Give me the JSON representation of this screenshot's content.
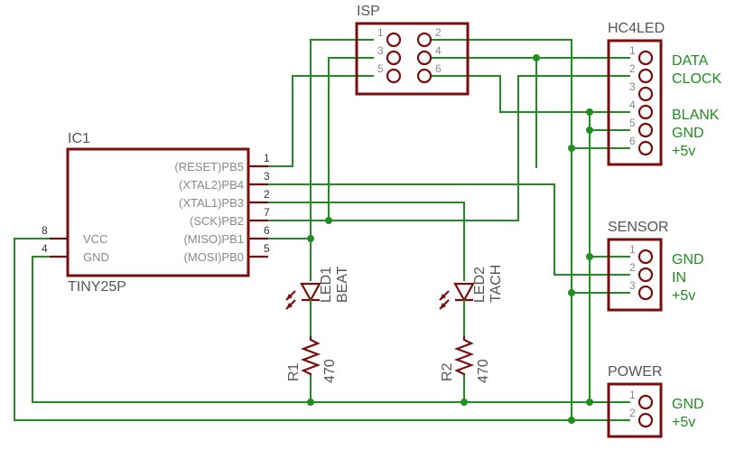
{
  "isp": {
    "name": "ISP",
    "pins": [
      "1",
      "2",
      "3",
      "4",
      "5",
      "6"
    ]
  },
  "hc4led": {
    "name": "HC4LED",
    "pins": [
      "1",
      "2",
      "3",
      "4",
      "5",
      "6"
    ],
    "labels": [
      "DATA",
      "CLOCK",
      "BLANK",
      "GND",
      "+5v"
    ]
  },
  "sensor": {
    "name": "SENSOR",
    "pins": [
      "1",
      "2",
      "3"
    ],
    "labels": [
      "GND",
      "IN",
      "+5v"
    ]
  },
  "power": {
    "name": "POWER",
    "pins": [
      "1",
      "2"
    ],
    "labels": [
      "GND",
      "+5v"
    ]
  },
  "ic1": {
    "name": "IC1",
    "part": "TINY25P",
    "right_pins": [
      {
        "name": "(RESET)PB5",
        "num": "1"
      },
      {
        "name": "(XTAL2)PB4",
        "num": "3"
      },
      {
        "name": "(XTAL1)PB3",
        "num": "2"
      },
      {
        "name": "(SCK)PB2",
        "num": "7"
      },
      {
        "name": "(MISO)PB1",
        "num": "6"
      },
      {
        "name": "(MOSI)PB0",
        "num": "5"
      }
    ],
    "left_pins": [
      {
        "name": "VCC",
        "num": "8"
      },
      {
        "name": "GND",
        "num": "4"
      }
    ]
  },
  "led1": {
    "name": "LED1",
    "value": "BEAT"
  },
  "led2": {
    "name": "LED2",
    "value": "TACH"
  },
  "r1": {
    "name": "R1",
    "value": "470"
  },
  "r2": {
    "name": "R2",
    "value": "470"
  },
  "colors": {
    "wire": "#1f8f1f",
    "part": "#7a0d0d",
    "pin_text": "#888888"
  }
}
